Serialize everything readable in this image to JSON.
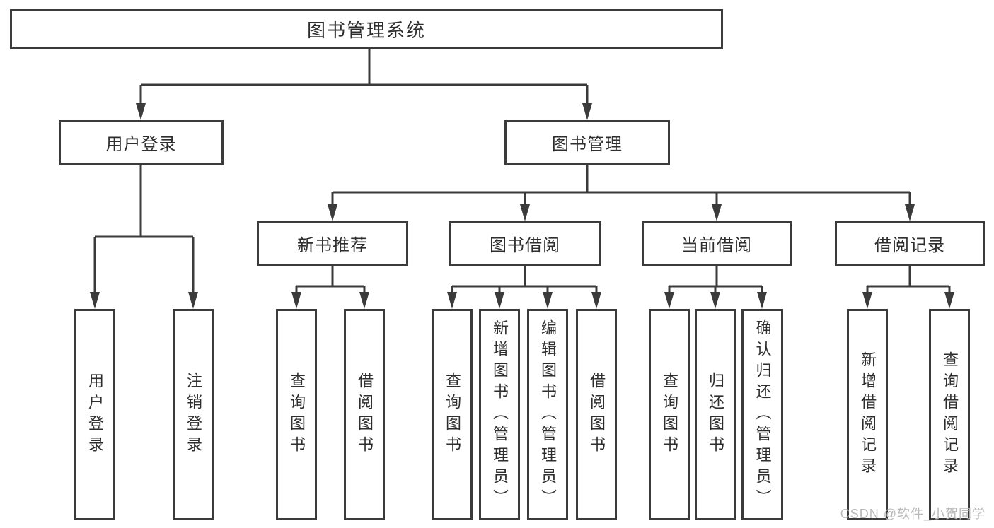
{
  "diagram": {
    "root": {
      "label": "图书管理系统"
    },
    "branches": [
      {
        "label": "用户登录",
        "children": [
          {
            "label": "用户登录"
          },
          {
            "label": "注销登录"
          }
        ]
      },
      {
        "label": "图书管理",
        "children": [
          {
            "label": "新书推荐",
            "children": [
              {
                "label": "查询图书"
              },
              {
                "label": "借阅图书"
              }
            ]
          },
          {
            "label": "图书借阅",
            "children": [
              {
                "label": "查询图书"
              },
              {
                "label": "新增图书（管理员）"
              },
              {
                "label": "编辑图书（管理员）"
              },
              {
                "label": "借阅图书"
              }
            ]
          },
          {
            "label": "当前借阅",
            "children": [
              {
                "label": "查询图书"
              },
              {
                "label": "归还图书"
              },
              {
                "label": "确认归还（管理员）"
              }
            ]
          },
          {
            "label": "借阅记录",
            "children": [
              {
                "label": "新增借阅记录"
              },
              {
                "label": "查询借阅记录"
              }
            ]
          }
        ]
      }
    ]
  },
  "watermark": {
    "text": "CSDN @软件_小贺同学"
  },
  "colors": {
    "line": "#3b3b3b",
    "text": "#2e2e2e",
    "watermark": "#b9b9b9",
    "background": "#ffffff"
  }
}
